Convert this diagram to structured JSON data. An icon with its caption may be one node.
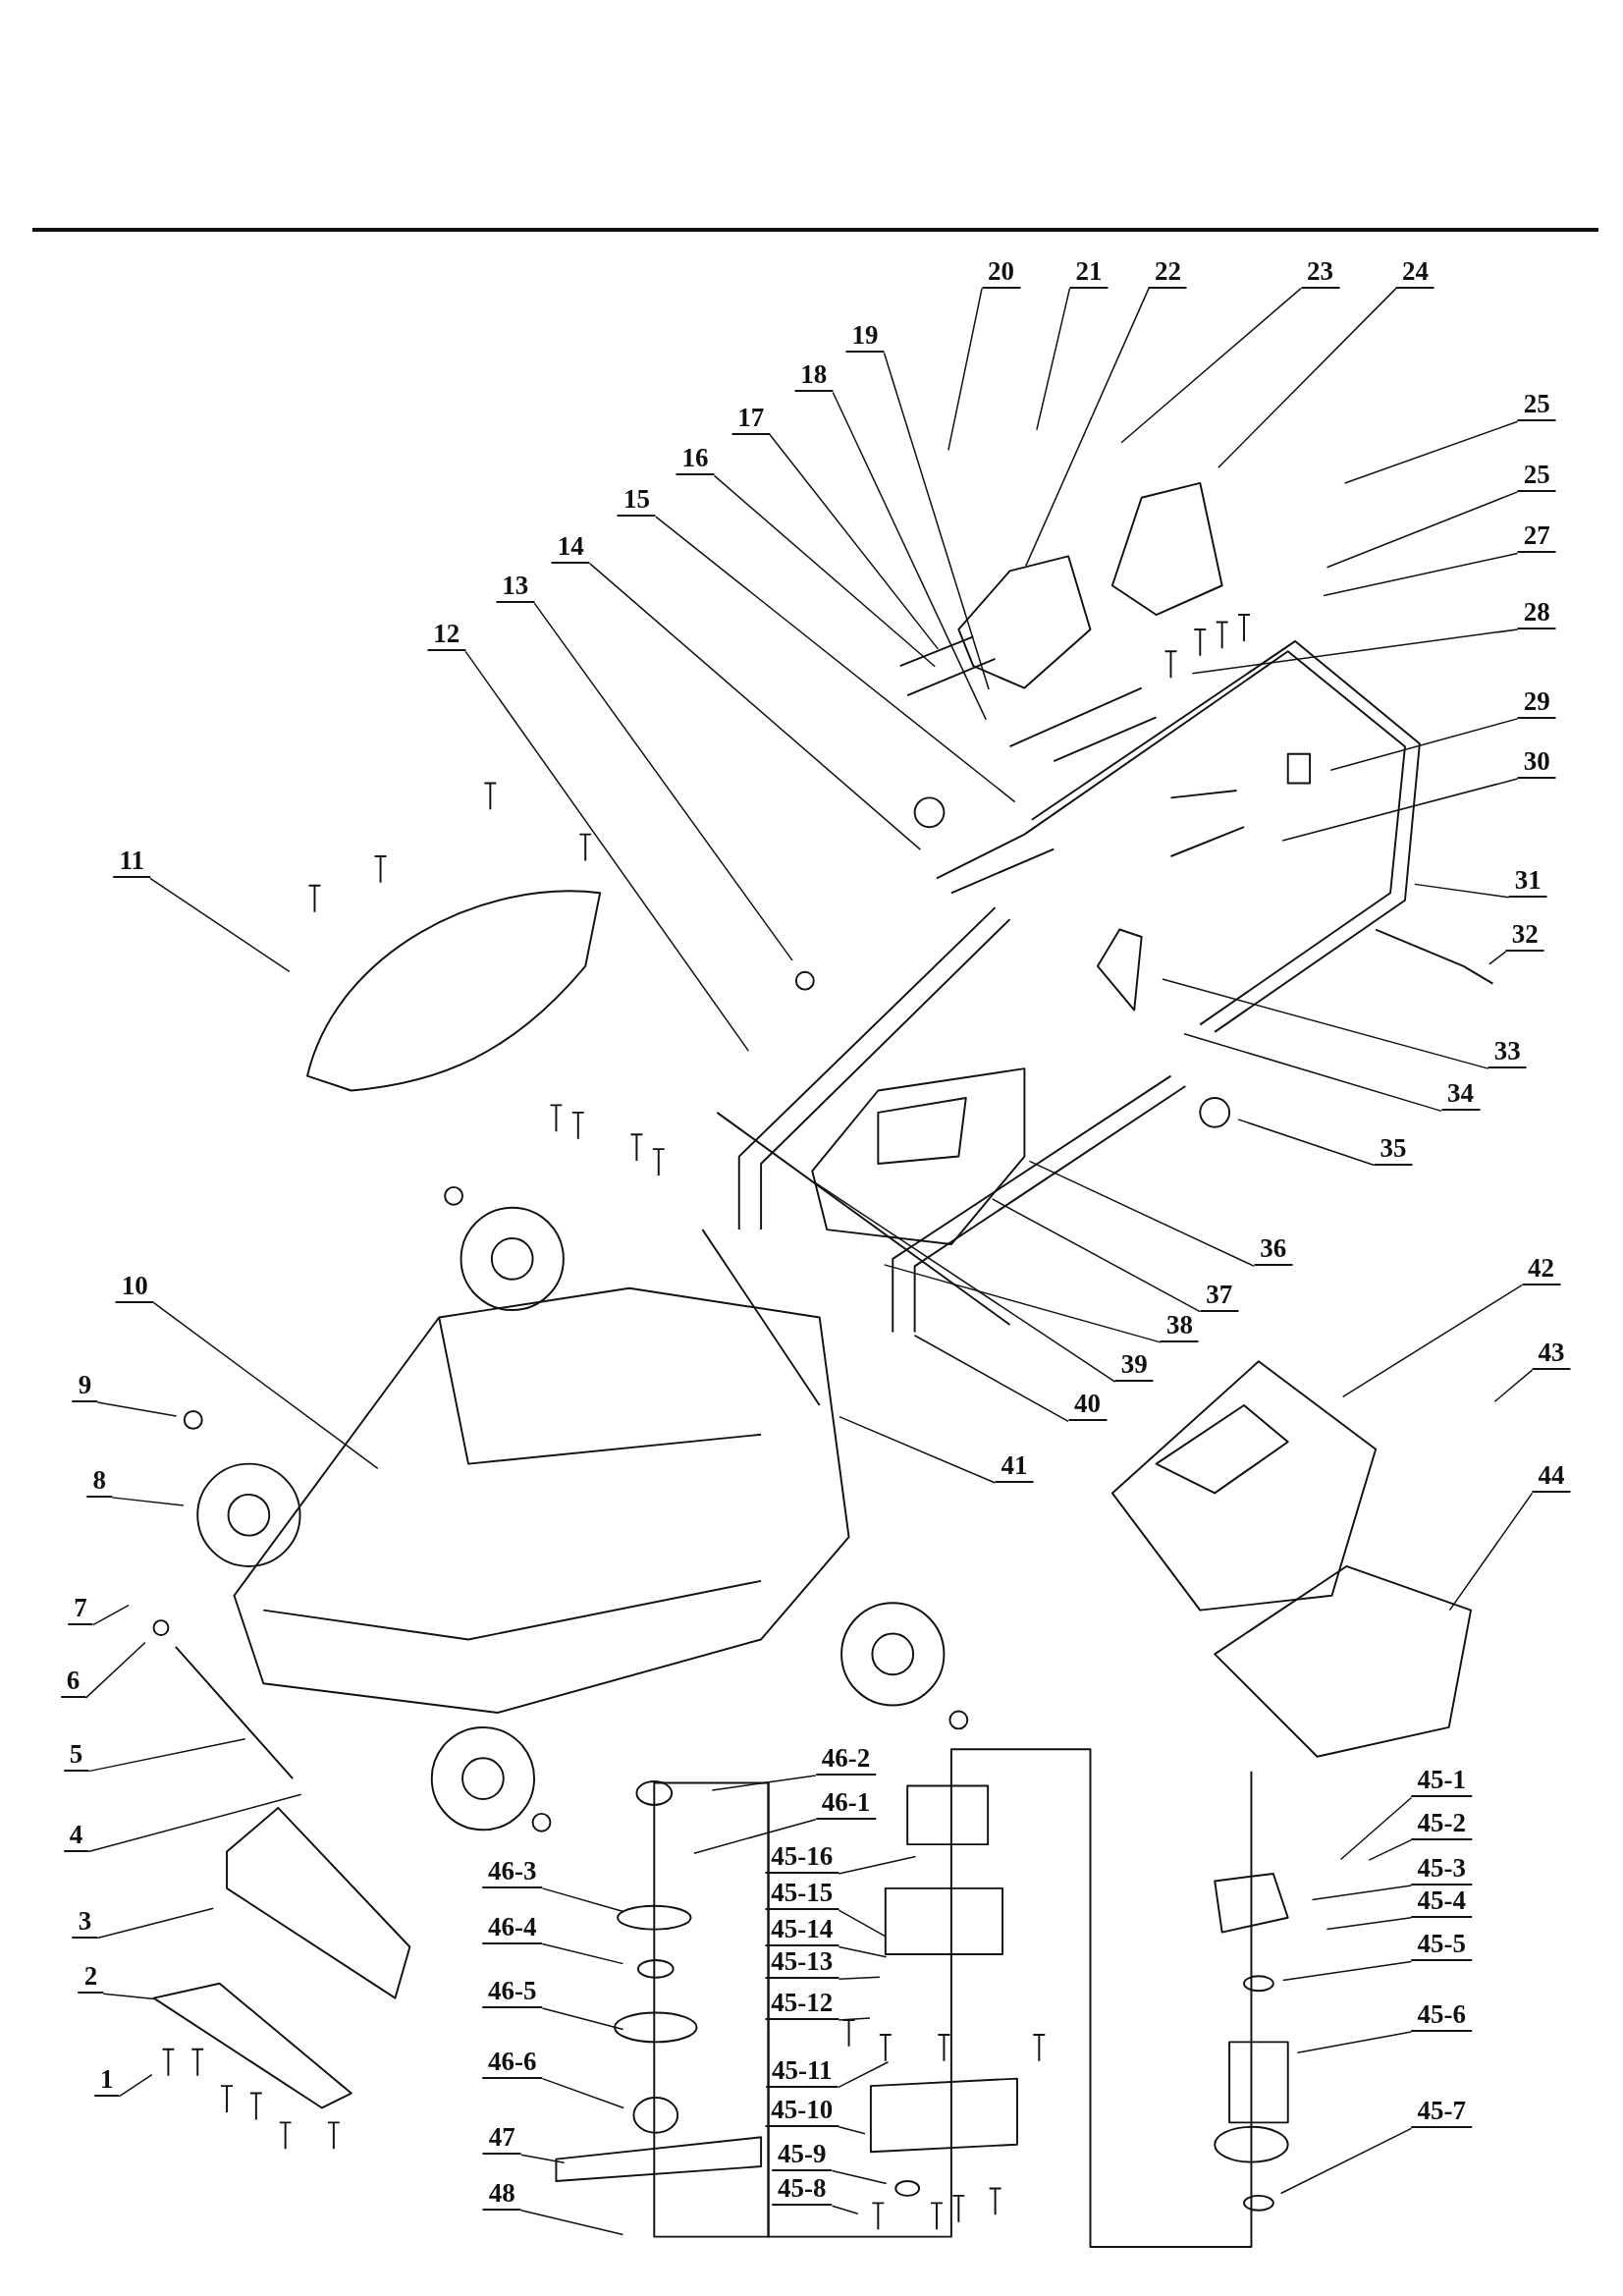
{
  "diagram": {
    "nodes": [
      {
        "text": [
          "1"
        ]
      },
      {
        "text": [
          "2"
        ]
      },
      {
        "text": [
          "3"
        ]
      },
      {
        "text": [
          "4"
        ]
      },
      {
        "text": [
          "5"
        ]
      },
      {
        "text": [
          "6"
        ]
      },
      {
        "text": [
          "7"
        ]
      },
      {
        "text": [
          "8"
        ]
      },
      {
        "text": [
          "9"
        ]
      },
      {
        "text": [
          "10"
        ]
      },
      {
        "text": [
          "11"
        ]
      },
      {
        "text": [
          "12"
        ]
      },
      {
        "text": [
          "13"
        ]
      },
      {
        "text": [
          "14"
        ]
      },
      {
        "text": [
          "15"
        ]
      },
      {
        "text": [
          "16"
        ]
      },
      {
        "text": [
          "17"
        ]
      },
      {
        "text": [
          "18"
        ]
      },
      {
        "text": [
          "19"
        ]
      },
      {
        "text": [
          "20"
        ]
      },
      {
        "text": [
          "21"
        ]
      },
      {
        "text": [
          "22"
        ]
      },
      {
        "text": [
          "23"
        ]
      },
      {
        "text": [
          "24"
        ]
      },
      {
        "text": [
          "25"
        ]
      },
      {
        "text": [
          "25"
        ]
      },
      {
        "text": [
          "27"
        ]
      },
      {
        "text": [
          "28"
        ]
      },
      {
        "text": [
          "29"
        ]
      },
      {
        "text": [
          "30"
        ]
      },
      {
        "text": [
          "31"
        ]
      },
      {
        "text": [
          "32"
        ]
      },
      {
        "text": [
          "33"
        ]
      },
      {
        "text": [
          "34"
        ]
      },
      {
        "text": [
          "35"
        ]
      },
      {
        "text": [
          "36"
        ]
      },
      {
        "text": [
          "37"
        ]
      },
      {
        "text": [
          "38"
        ]
      },
      {
        "text": [
          "39"
        ]
      },
      {
        "text": [
          "40"
        ]
      },
      {
        "text": [
          "41"
        ]
      },
      {
        "text": [
          "42"
        ]
      },
      {
        "text": [
          "43"
        ]
      },
      {
        "text": [
          "44"
        ]
      },
      {
        "text": [
          "45-1"
        ]
      },
      {
        "text": [
          "45-2"
        ]
      },
      {
        "text": [
          "45-3"
        ]
      },
      {
        "text": [
          "45-4"
        ]
      },
      {
        "text": [
          "45-5"
        ]
      },
      {
        "text": [
          "45-6"
        ]
      },
      {
        "text": [
          "45-7"
        ]
      },
      {
        "text": [
          "45-16"
        ]
      },
      {
        "text": [
          "45-15"
        ]
      },
      {
        "text": [
          "45-14"
        ]
      },
      {
        "text": [
          "45-13"
        ]
      },
      {
        "text": [
          "45-12"
        ]
      },
      {
        "text": [
          "45-11"
        ]
      },
      {
        "text": [
          "45-10"
        ]
      },
      {
        "text": [
          "45-9"
        ]
      },
      {
        "text": [
          "45-8"
        ]
      },
      {
        "text": [
          "46-2"
        ]
      },
      {
        "text": [
          "46-1"
        ]
      },
      {
        "text": [
          "46-3"
        ]
      },
      {
        "text": [
          "46-4"
        ]
      },
      {
        "text": [
          "46-5"
        ]
      },
      {
        "text": [
          "46-6"
        ]
      },
      {
        "text": [
          "47"
        ]
      },
      {
        "text": [
          "48"
        ]
      }
    ],
    "edges": [
      {
        "from": 0,
        "to": null,
        "arrow": "none"
      },
      {
        "from": 1,
        "to": null,
        "arrow": "none"
      },
      {
        "from": 2,
        "to": null,
        "arrow": "none"
      },
      {
        "from": 3,
        "to": null,
        "arrow": "none"
      },
      {
        "from": 4,
        "to": null,
        "arrow": "none"
      },
      {
        "from": 5,
        "to": null,
        "arrow": "none"
      },
      {
        "from": 6,
        "to": null,
        "arrow": "none"
      },
      {
        "from": 7,
        "to": null,
        "arrow": "none"
      },
      {
        "from": 8,
        "to": null,
        "arrow": "none"
      },
      {
        "from": 9,
        "to": null,
        "arrow": "none"
      },
      {
        "from": 10,
        "to": null,
        "arrow": "none"
      },
      {
        "from": 11,
        "to": null,
        "arrow": "none"
      },
      {
        "from": 12,
        "to": null,
        "arrow": "none"
      },
      {
        "from": 13,
        "to": null,
        "arrow": "none"
      },
      {
        "from": 14,
        "to": null,
        "arrow": "none"
      },
      {
        "from": 15,
        "to": null,
        "arrow": "none"
      },
      {
        "from": 16,
        "to": null,
        "arrow": "none"
      },
      {
        "from": 17,
        "to": null,
        "arrow": "none"
      },
      {
        "from": 18,
        "to": null,
        "arrow": "none"
      },
      {
        "from": 19,
        "to": null,
        "arrow": "none"
      },
      {
        "from": 20,
        "to": null,
        "arrow": "none"
      },
      {
        "from": 21,
        "to": null,
        "arrow": "none"
      },
      {
        "from": 22,
        "to": null,
        "arrow": "none"
      },
      {
        "from": 23,
        "to": null,
        "arrow": "none"
      },
      {
        "from": 24,
        "to": null,
        "arrow": "none"
      },
      {
        "from": 25,
        "to": null,
        "arrow": "none"
      },
      {
        "from": 26,
        "to": null,
        "arrow": "none"
      },
      {
        "from": 27,
        "to": null,
        "arrow": "none"
      },
      {
        "from": 28,
        "to": null,
        "arrow": "none"
      },
      {
        "from": 29,
        "to": null,
        "arrow": "none"
      },
      {
        "from": 30,
        "to": null,
        "arrow": "none"
      },
      {
        "from": 31,
        "to": null,
        "arrow": "none"
      },
      {
        "from": 32,
        "to": null,
        "arrow": "none"
      },
      {
        "from": 33,
        "to": null,
        "arrow": "none"
      },
      {
        "from": 34,
        "to": null,
        "arrow": "none"
      },
      {
        "from": 35,
        "to": null,
        "arrow": "none"
      },
      {
        "from": 36,
        "to": null,
        "arrow": "none"
      },
      {
        "from": 37,
        "to": null,
        "arrow": "none"
      },
      {
        "from": 38,
        "to": null,
        "arrow": "none"
      },
      {
        "from": 39,
        "to": null,
        "arrow": "none"
      },
      {
        "from": 40,
        "to": null,
        "arrow": "none"
      },
      {
        "from": 41,
        "to": null,
        "arrow": "none"
      },
      {
        "from": 42,
        "to": null,
        "arrow": "none"
      },
      {
        "from": 43,
        "to": null,
        "arrow": "none"
      },
      {
        "from": 44,
        "to": null,
        "arrow": "none"
      },
      {
        "from": 45,
        "to": null,
        "arrow": "none"
      },
      {
        "from": 46,
        "to": null,
        "arrow": "none"
      },
      {
        "from": 47,
        "to": null,
        "arrow": "none"
      },
      {
        "from": 48,
        "to": null,
        "arrow": "none"
      },
      {
        "from": 49,
        "to": null,
        "arrow": "none"
      },
      {
        "from": 50,
        "to": null,
        "arrow": "none"
      },
      {
        "from": 51,
        "to": null,
        "arrow": "none"
      },
      {
        "from": 52,
        "to": null,
        "arrow": "none"
      },
      {
        "from": 53,
        "to": null,
        "arrow": "none"
      },
      {
        "from": 54,
        "to": null,
        "arrow": "none"
      },
      {
        "from": 55,
        "to": null,
        "arrow": "none"
      },
      {
        "from": 56,
        "to": null,
        "arrow": "none"
      },
      {
        "from": 57,
        "to": null,
        "arrow": "none"
      },
      {
        "from": 58,
        "to": null,
        "arrow": "none"
      },
      {
        "from": 59,
        "to": null,
        "arrow": "none"
      },
      {
        "from": 60,
        "to": null,
        "arrow": "none"
      },
      {
        "from": 61,
        "to": null,
        "arrow": "none"
      },
      {
        "from": 62,
        "to": null,
        "arrow": "none"
      },
      {
        "from": 63,
        "to": null,
        "arrow": "none"
      },
      {
        "from": 64,
        "to": null,
        "arrow": "none"
      },
      {
        "from": 65,
        "to": null,
        "arrow": "none"
      },
      {
        "from": 66,
        "to": null,
        "arrow": "none"
      },
      {
        "from": 67,
        "to": null,
        "arrow": "none"
      }
    ]
  }
}
